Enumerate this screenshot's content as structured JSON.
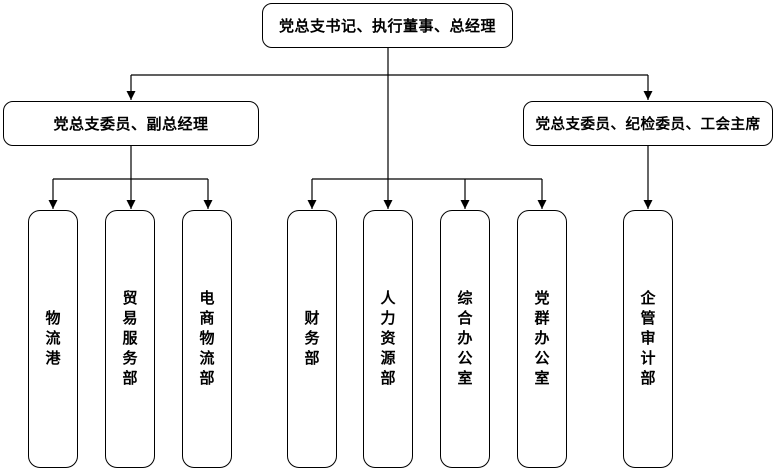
{
  "diagram": {
    "title": "organization-chart",
    "root": {
      "label": "党总支书记、执行董事、总经理"
    },
    "managers": [
      {
        "label": "党总支委员、副总经理"
      },
      {
        "label": "党总支委员、纪检委员、工会主席"
      }
    ],
    "departments": [
      {
        "label": "物流港"
      },
      {
        "label": "贸易服务部"
      },
      {
        "label": "电商物流部"
      },
      {
        "label": "财务部"
      },
      {
        "label": "人力资源部"
      },
      {
        "label": "综合办公室"
      },
      {
        "label": "党群办公室"
      },
      {
        "label": "企管审计部"
      }
    ],
    "colors": {
      "line": "#000000",
      "box_border": "#000000",
      "box_background": "#ffffff",
      "text": "#000000",
      "background": "#ffffff"
    }
  }
}
